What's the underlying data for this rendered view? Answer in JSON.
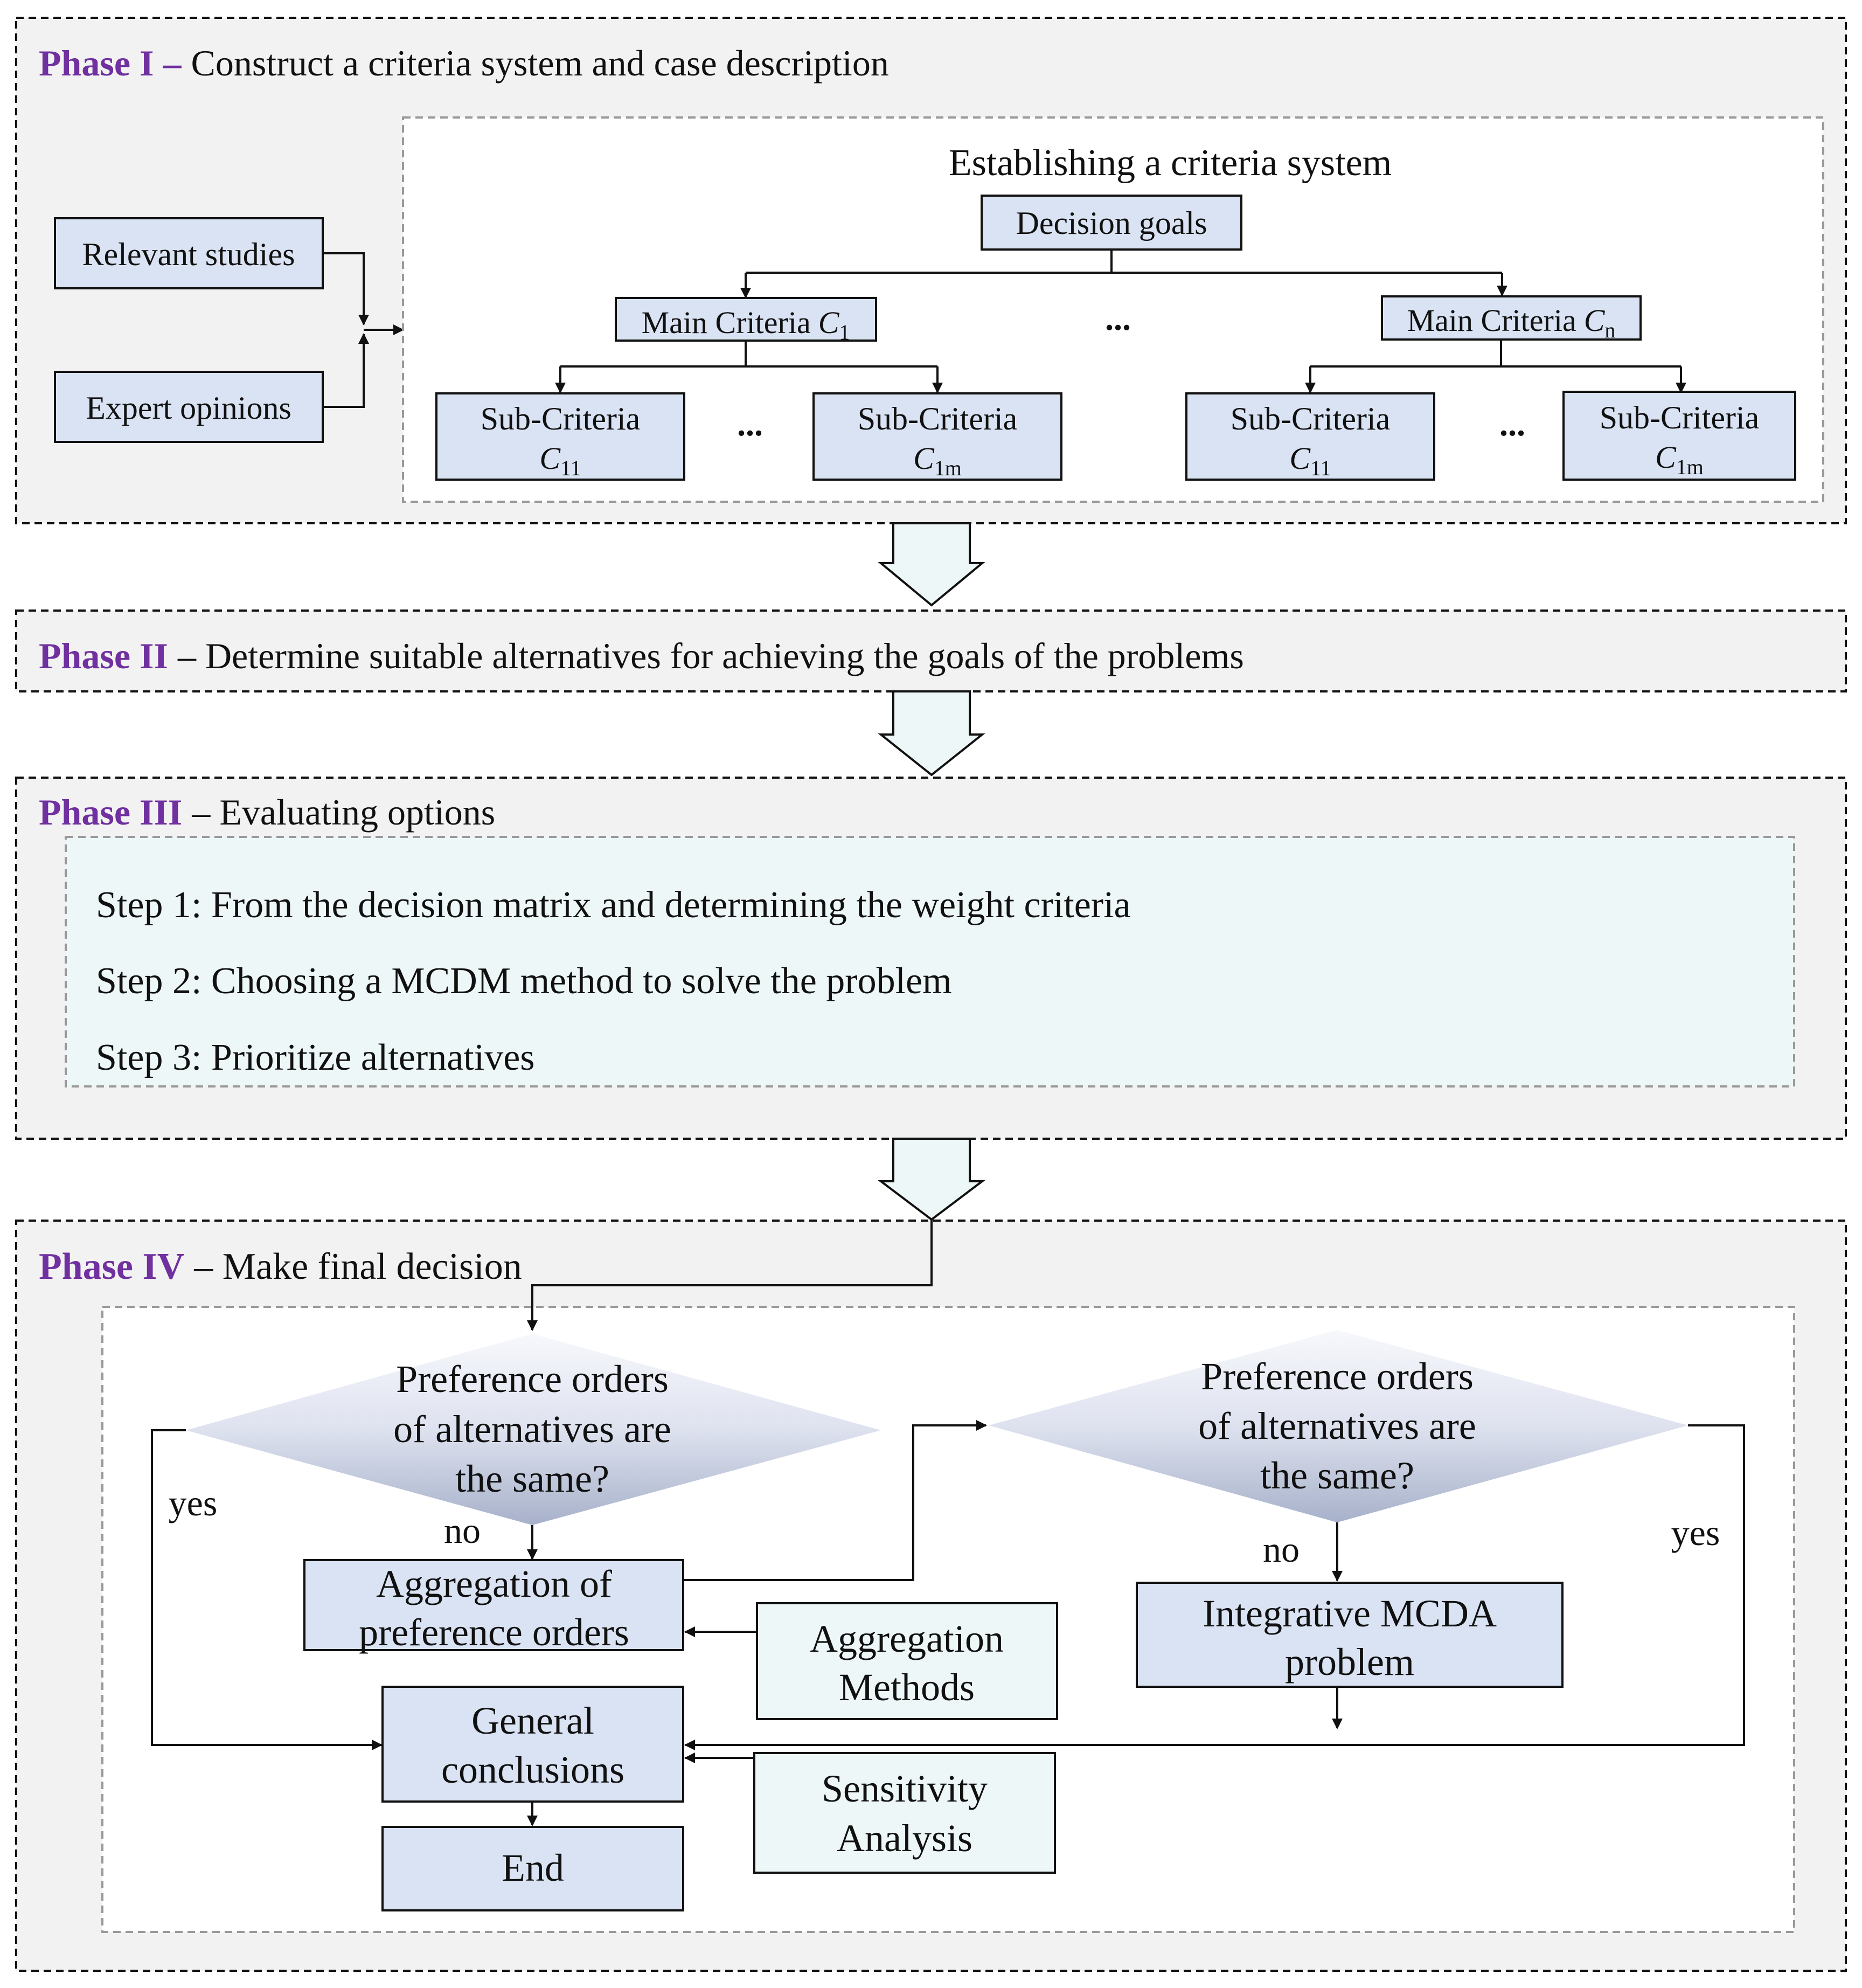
{
  "phase1": {
    "label": "Phase I –",
    "title": "Construct a criteria system and case description",
    "inputs": [
      "Relevant studies",
      "Expert opinions"
    ],
    "system_title": "Establishing a criteria system",
    "goal": "Decision goals",
    "main_prefix": "Main Criteria",
    "main_left_sym": "C",
    "main_left_sub": "1",
    "main_right_sym": "C",
    "main_right_sub": "n",
    "sub_line1": "Sub-Criteria",
    "sub_sym": "C",
    "sub_a": "11",
    "sub_b": "1m",
    "ellipsis": "..."
  },
  "phase2": {
    "label": "Phase II",
    "title": "– Determine suitable alternatives for achieving the goals of the problems"
  },
  "phase3": {
    "label": "Phase III",
    "title": "– Evaluating options",
    "steps": [
      "Step 1: From the decision matrix and determining the weight criteria",
      "Step 2: Choosing a MCDM method to solve the problem",
      "Step 3: Prioritize alternatives"
    ]
  },
  "phase4": {
    "label": "Phase IV",
    "title": "– Make final decision",
    "decision_lines": [
      "Preference orders",
      "of alternatives are",
      "the same?"
    ],
    "yes": "yes",
    "no": "no",
    "aggregation": [
      "Aggregation of",
      "preference orders"
    ],
    "aggregation_methods": [
      "Aggregation",
      "Methods"
    ],
    "integrative": [
      "Integrative MCDA",
      "problem"
    ],
    "general": [
      "General",
      "conclusions"
    ],
    "sensitivity": [
      "Sensitivity",
      "Analysis"
    ],
    "end": "End"
  },
  "colors": {
    "panel_bg": "#f2f2f2",
    "box_fill": "#dae3f3",
    "light_fill": "#eef7f8",
    "arrow_fill": "#eef7f7",
    "phase_label": "#7030a0"
  }
}
